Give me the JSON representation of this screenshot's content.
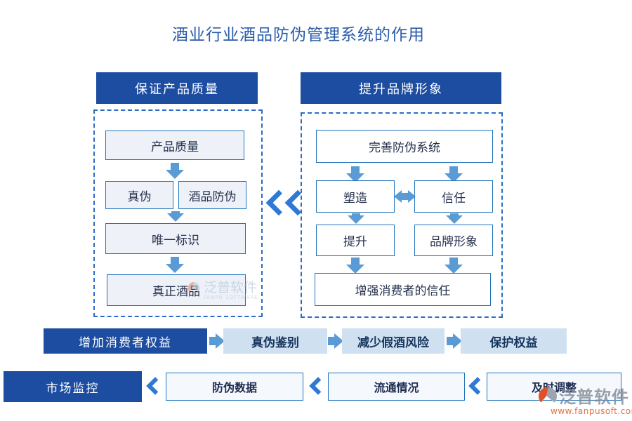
{
  "title": "酒业行业酒品防伪管理系统的作用",
  "colors": {
    "header_blue": "#1c4da0",
    "border_blue": "#2173bc",
    "arrow_blue": "#5b9bd5",
    "chevron_blue": "#2e79d6",
    "light_node_fill": "#eef2f8",
    "row1_item_fill": "#cfe0f1",
    "row2_item_fill": "#f5f8fc",
    "title_blue": "#2a5caa",
    "watermark_orange": "#e4703d"
  },
  "left_panel": {
    "header": "保证产品质量",
    "nodes": {
      "n1": "产品质量",
      "n2a": "真伪",
      "n2b": "酒品防伪",
      "n3": "唯一标识",
      "n4": "真正酒品"
    }
  },
  "right_panel": {
    "header": "提升品牌形象",
    "nodes": {
      "n1": "完善防伪系统",
      "n2a": "塑造",
      "n2b": "信任",
      "n3a": "提升",
      "n3b": "品牌形象",
      "n4": "增强消费者的信任"
    }
  },
  "icons": {
    "center_separator": "double-left-chevron-icon",
    "row2_separator": "left-chevron-icon",
    "flow_arrow": "block-arrow-icon"
  },
  "row1": {
    "head": "增加消费者权益",
    "items": [
      "真伪鉴别",
      "减少假酒风险",
      "保护权益"
    ]
  },
  "row2": {
    "head": "市场监控",
    "items": [
      "防伪数据",
      "流通情况",
      "及时调整"
    ]
  },
  "watermark_center": {
    "name": "泛普软件",
    "sub": "FANPU SOFTWARE"
  },
  "watermark_corner": {
    "name": "泛普软件",
    "url": "www.fanpusoft.com"
  }
}
